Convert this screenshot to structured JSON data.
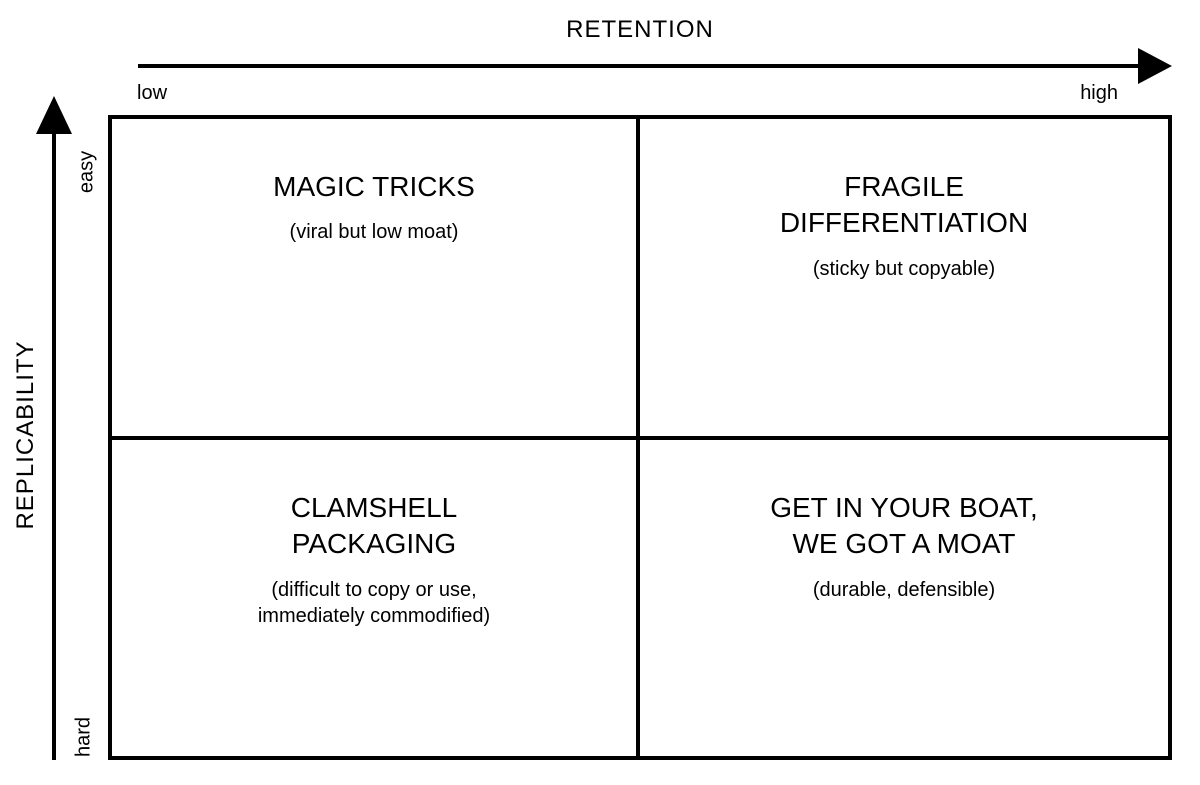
{
  "axes": {
    "x": {
      "title": "RETENTION",
      "min_label": "low",
      "max_label": "high"
    },
    "y": {
      "title": "REPLICABILITY",
      "max_label": "easy",
      "min_label": "hard"
    }
  },
  "quadrants": {
    "top_left": {
      "title": "MAGIC TRICKS",
      "subtitle": "(viral but low moat)"
    },
    "top_right": {
      "title": "FRAGILE\nDIFFERENTIATION",
      "subtitle": "(sticky but copyable)"
    },
    "bottom_left": {
      "title": "CLAMSHELL\nPACKAGING",
      "subtitle": "(difficult to copy or use,\nimmediately commodified)"
    },
    "bottom_right": {
      "title": "GET IN YOUR BOAT,\nWE GOT A MOAT",
      "subtitle": "(durable, defensible)"
    }
  },
  "colors": {
    "line": "#000000",
    "text": "#000000",
    "background": "#ffffff"
  }
}
